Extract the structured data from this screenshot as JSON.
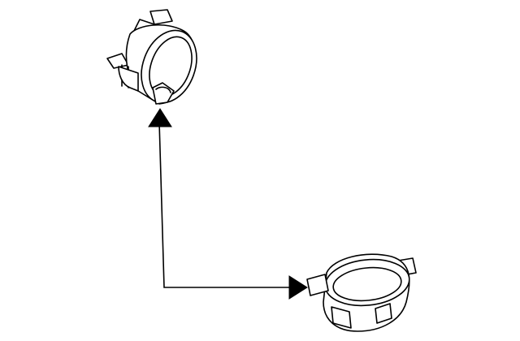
{
  "diagram": {
    "colors": {
      "line": "#000000",
      "background": "#ffffff",
      "arrow_fill": "#000000"
    },
    "parts": [
      {
        "name": "bulb-socket-upper",
        "icon": "socket-housing-icon"
      },
      {
        "name": "bulb-socket-lower",
        "icon": "socket-clamp-icon"
      }
    ],
    "arrows": [
      {
        "from": "connector-corner",
        "to": "bulb-socket-upper",
        "direction": "up"
      },
      {
        "from": "connector-corner",
        "to": "bulb-socket-lower",
        "direction": "right"
      }
    ]
  }
}
